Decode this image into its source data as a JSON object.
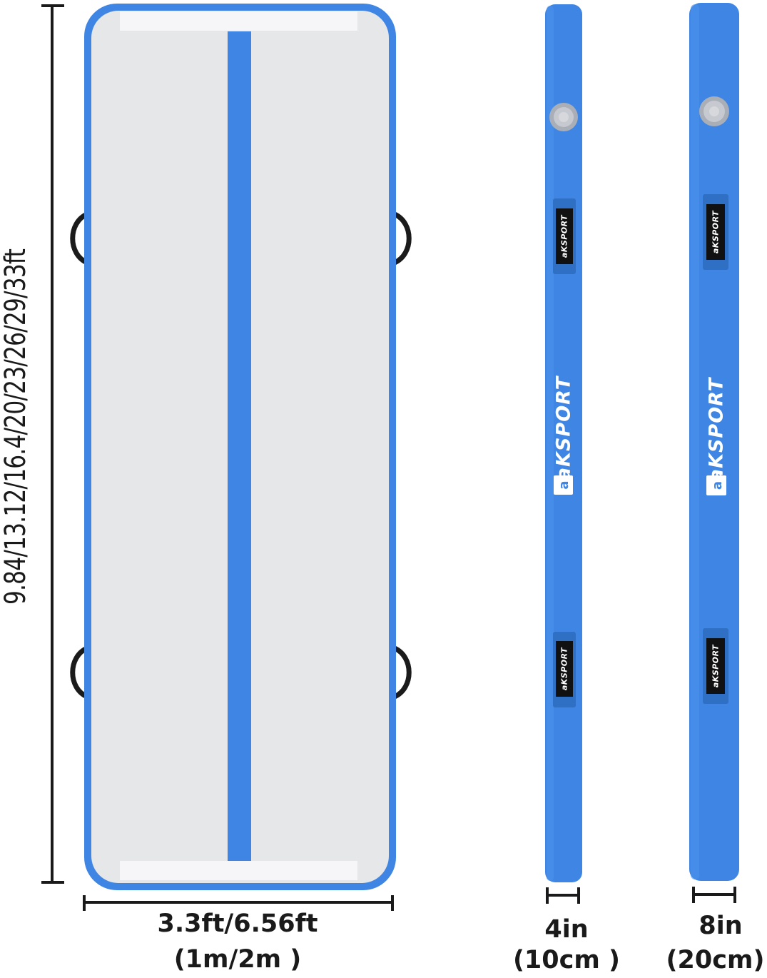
{
  "length_label": "9.84/13.12/16.4/20/23/26/29/33ft",
  "width_label": {
    "imperial": "3.3ft/6.56ft",
    "metric": "(1m/2m )"
  },
  "profiles": [
    {
      "imperial": "4in",
      "metric": "(10cm )"
    },
    {
      "imperial": "8in",
      "metric": "(20cm)"
    }
  ],
  "brand_name": "aKSPORT",
  "colors": {
    "mat_blue": "#3f86e4",
    "mat_surface": "#e6e7e9",
    "end_strip": "#f6f6f8",
    "handle": "#1b1b1b",
    "dimension_line": "#1a1a1a",
    "valve": "#b8bcc4"
  },
  "icons": {
    "brand_logo": "square-a-logo-icon",
    "valve": "air-valve-icon"
  }
}
